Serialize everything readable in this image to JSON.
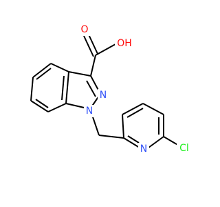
{
  "colors": {
    "bond": "#000000",
    "oxygen": "#ff0d0d",
    "nitrogen": "#3050f8",
    "chlorine": "#1ff01f",
    "carbon": "#000000",
    "background": "#ffffff"
  },
  "atoms": [
    {
      "id": "o-carbonyl",
      "text": "O",
      "element": "oxygen"
    },
    {
      "id": "oh",
      "text": "OH",
      "element": "oxygen"
    },
    {
      "id": "n2-indazole",
      "text": "N",
      "element": "nitrogen"
    },
    {
      "id": "n1-indazole",
      "text": "N",
      "element": "nitrogen"
    },
    {
      "id": "n-pyridine",
      "text": "N",
      "element": "nitrogen"
    },
    {
      "id": "cl",
      "text": "Cl",
      "element": "chlorine"
    }
  ]
}
